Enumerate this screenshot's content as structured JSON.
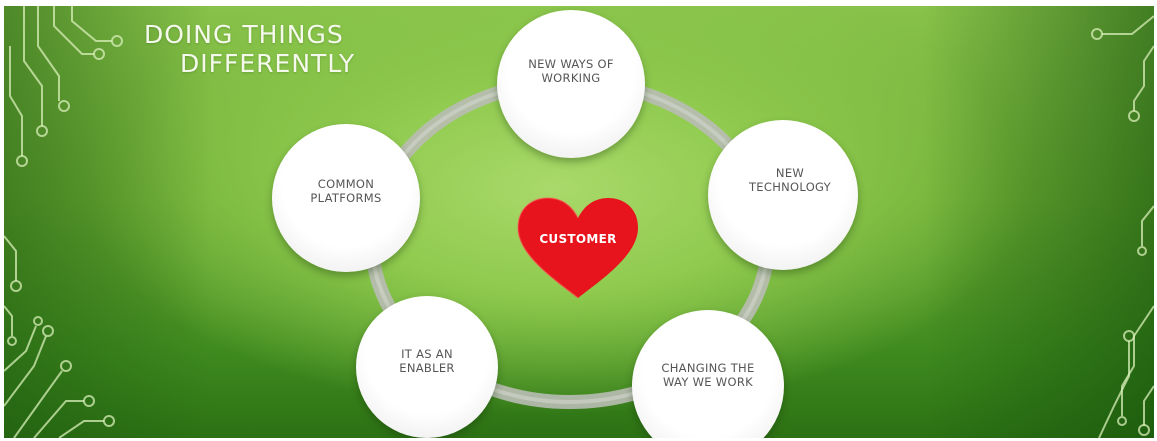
{
  "slide": {
    "title_line1": "DOING THINGS",
    "title_line2": "DIFFERENTLY"
  },
  "diagram": {
    "center_label": "CUSTOMER",
    "nodes": [
      {
        "label": "NEW WAYS OF\nWORKING"
      },
      {
        "label": "NEW\nTECHNOLOGY"
      },
      {
        "label": "CHANGING THE\nWAY WE WORK"
      },
      {
        "label": "IT AS AN\nENABLER"
      },
      {
        "label": "COMMON\nPLATFORMS"
      }
    ]
  },
  "colors": {
    "background_light": "#a9d96a",
    "background_dark": "#2c7114",
    "ring": "#b9bcb4",
    "node_fill": "#ffffff",
    "node_text": "#555555",
    "heart": "#e8141d",
    "title_text": "#f4f9ec",
    "circuit_lines": "#d8efb8"
  }
}
